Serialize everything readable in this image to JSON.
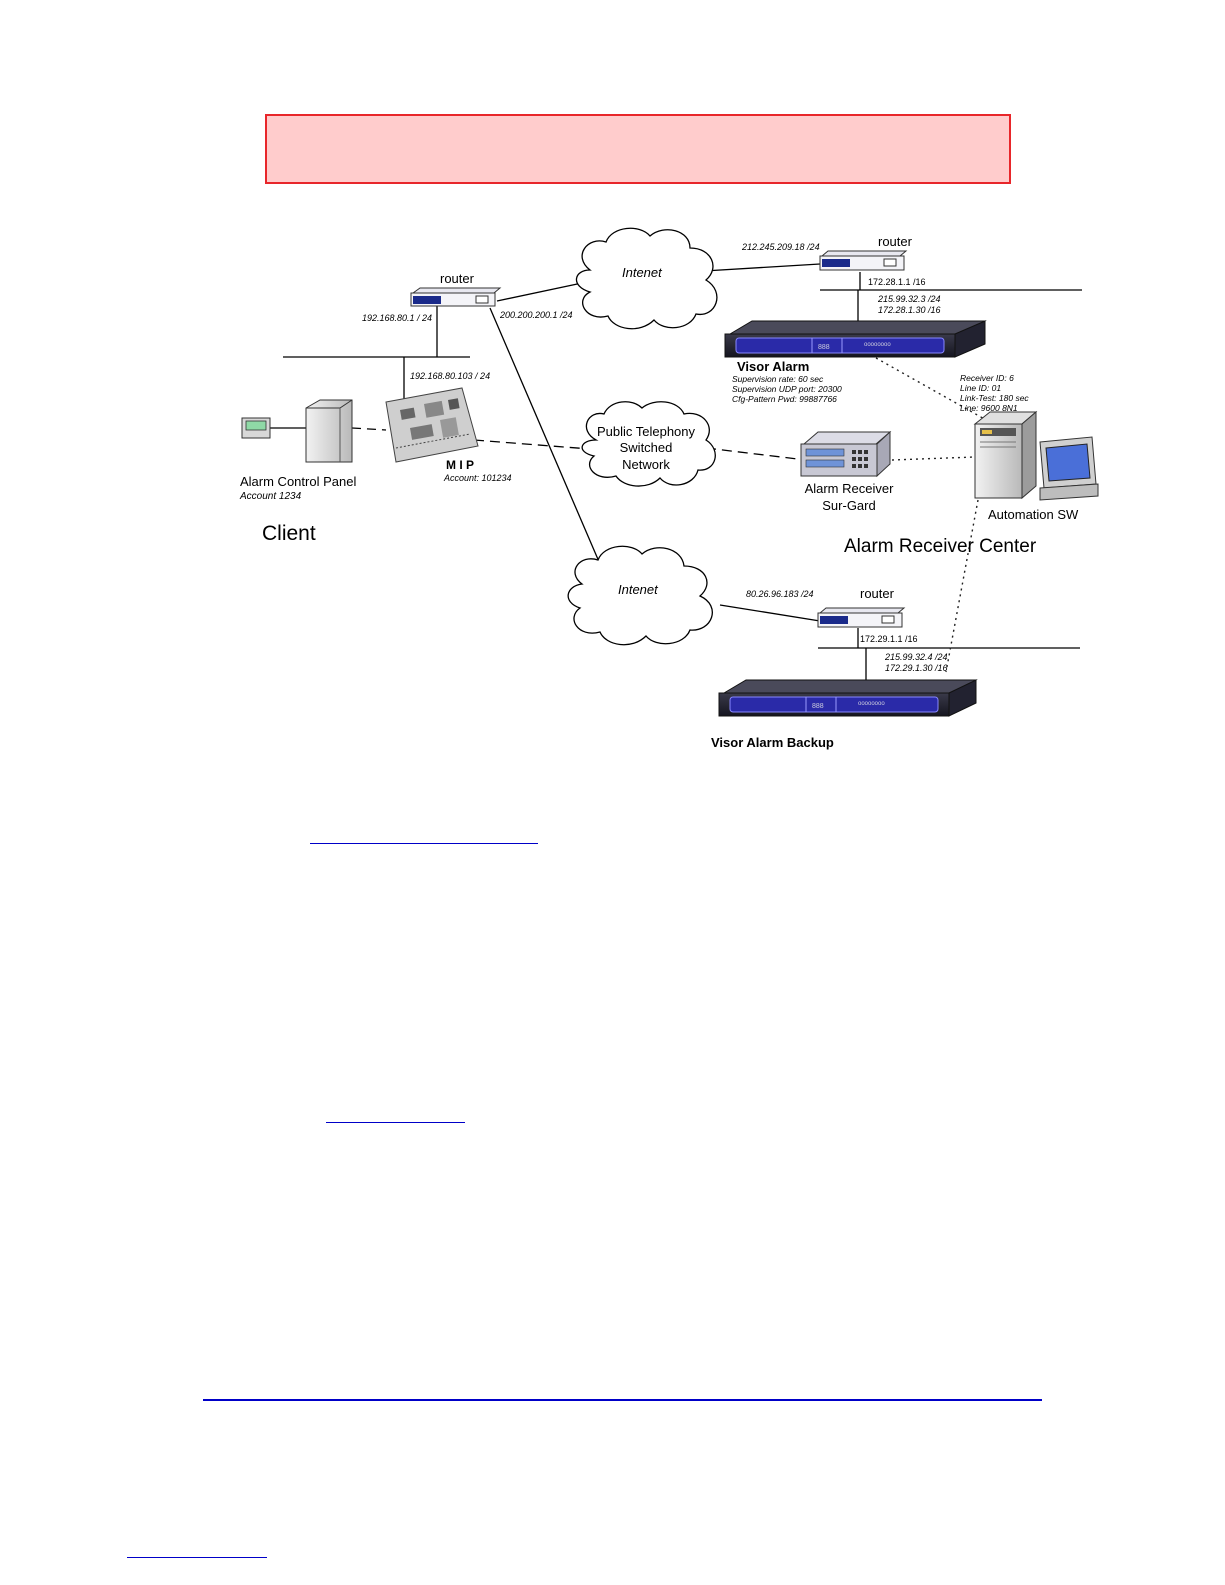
{
  "diagram": {
    "client": {
      "section_label": "Client",
      "panel_label": "Alarm Control Panel",
      "panel_account": "Account 1234",
      "mip_label": "M I P",
      "mip_account": "Account: 101234"
    },
    "router_main": {
      "label": "router",
      "lan_ip": "192.168.80.1 / 24",
      "wan_ip": "200.200.200.1 /24"
    },
    "mip_ip": "192.168.80.103 / 24",
    "cloud_internet_top": "Intenet",
    "cloud_internet_bottom": "Intenet",
    "cloud_pstn": [
      "Public Telephony",
      "Switched",
      "Network"
    ],
    "router_top": {
      "label": "router",
      "wan_ip": "212.245.209.18 /24",
      "lan_ip": "172.28.1.1 /16"
    },
    "visor_alarm": {
      "ip1": "215.99.32.3 /24",
      "ip2": "172.28.1.30 /16",
      "label": "Visor Alarm",
      "details": [
        "Supervision rate: 60 sec",
        "Supervision UDP port: 20300",
        "Cfg-Pattern Pwd: 99887766"
      ]
    },
    "receiver_details": [
      "Receiver ID: 6",
      "Line ID: 01",
      "Link-Test: 180 sec",
      "Line: 9600  8N1"
    ],
    "alarm_receiver": [
      "Alarm Receiver",
      "Sur-Gard"
    ],
    "automation_label": "Automation SW",
    "center_label": "Alarm Receiver Center",
    "router_bottom": {
      "label": "router",
      "wan_ip": "80.26.96.183 /24",
      "lan_ip": "172.29.1.1 /16"
    },
    "visor_backup": {
      "ip1": "215.99.32.4 /24",
      "ip2": "172.29.1.30 /16",
      "label": "Visor Alarm Backup"
    }
  }
}
